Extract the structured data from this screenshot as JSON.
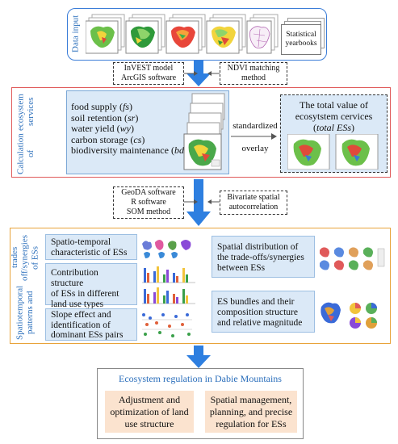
{
  "data_input": {
    "label": "Data input",
    "statistical_yearbooks": "Statistical yearbooks"
  },
  "methods_1": {
    "left": [
      "InVEST model",
      "ArcGIS software"
    ],
    "right": [
      "NDVI matching",
      "method"
    ]
  },
  "calculation": {
    "label": [
      "Calculation of",
      "ecosystem services"
    ],
    "services": [
      {
        "name": "food supply",
        "abbr": "fs"
      },
      {
        "name": "soil retention",
        "abbr": "sr"
      },
      {
        "name": "water yield",
        "abbr": "wy"
      },
      {
        "name": "carbon storage",
        "abbr": "cs"
      },
      {
        "name": "biodiversity maintenance",
        "abbr": "bd"
      }
    ],
    "middle_top": "standardized",
    "middle_bottom": "overlay",
    "total_title_1": "The total value of",
    "total_title_2": "ecosytstem cervices",
    "total_title_3a": "(",
    "total_title_3b": "total ESs",
    "total_title_3c": ")"
  },
  "methods_2": {
    "left": [
      "GeoDA software",
      "R software",
      "SOM method"
    ],
    "right": [
      "Bivariate spatial",
      "autocorrelation"
    ]
  },
  "patterns": {
    "label": [
      "Spatiotemporal patterns and",
      "trades off/synergies of ESs"
    ],
    "left_items": [
      [
        "Spatio-temporal",
        "characteristic of ESs"
      ],
      [
        "Contribution structure",
        "of ESs in different",
        "land use types"
      ],
      [
        "Slope effect and",
        "identification of",
        "dominant ESs pairs"
      ]
    ],
    "right_items": [
      [
        "Spatial distribution of",
        "the trade-offs/synergies",
        "between ESs"
      ],
      [
        "ES bundles and their",
        "composition structure",
        "and relative magnitude"
      ]
    ]
  },
  "regulation": {
    "title": "Ecosystem regulation in Dabie Mountains",
    "left": [
      "Adjustment and",
      "optimization of land",
      "use structure"
    ],
    "right": [
      "Spatial management,",
      "planning, and precise",
      "regulation for ESs"
    ]
  },
  "colors": {
    "blue_border": "#3b7dd8",
    "red_border": "#e05a5a",
    "orange_border": "#e8a33a",
    "arrow": "#2e7fe0",
    "title_blue": "#2a6ebb"
  }
}
